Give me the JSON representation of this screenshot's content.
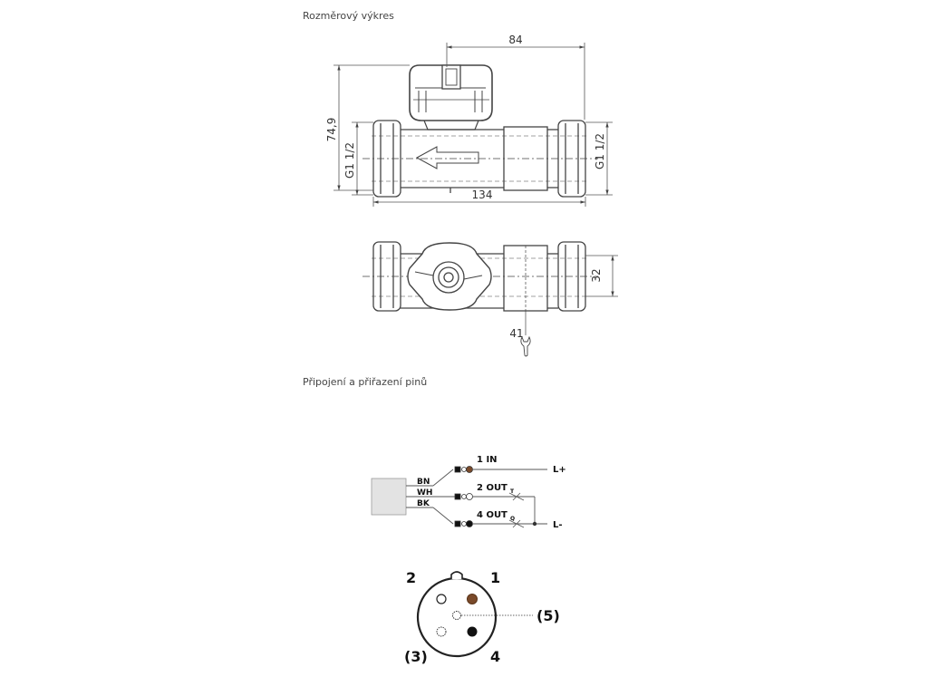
{
  "sections": {
    "drawing_title": "Rozměrový výkres",
    "wiring_title": "Připojení a přiřazení pinů"
  },
  "dimensions": {
    "width_top": "84",
    "height": "74,9",
    "thread_left": "G1 1/2",
    "thread_right": "G1 1/2",
    "length": "134",
    "depth": "32",
    "wrench": "41"
  },
  "wiring": {
    "wire_bn": "BN",
    "wire_wh": "WH",
    "wire_bk": "BK",
    "pin1": "1 IN",
    "pin2": "2 OUT",
    "pin2_sub": "T",
    "pin4": "4 OUT",
    "pin4_sub": "Q",
    "l_plus": "L+",
    "l_minus": "L-"
  },
  "connector": {
    "pin_1": "1",
    "pin_2": "2",
    "pin_3": "(3)",
    "pin_4": "4",
    "pin_5": "(5)"
  },
  "colors": {
    "brown": "#7a4a2a",
    "black": "#111111",
    "line": "#555555",
    "box": "#e3e3e3"
  }
}
